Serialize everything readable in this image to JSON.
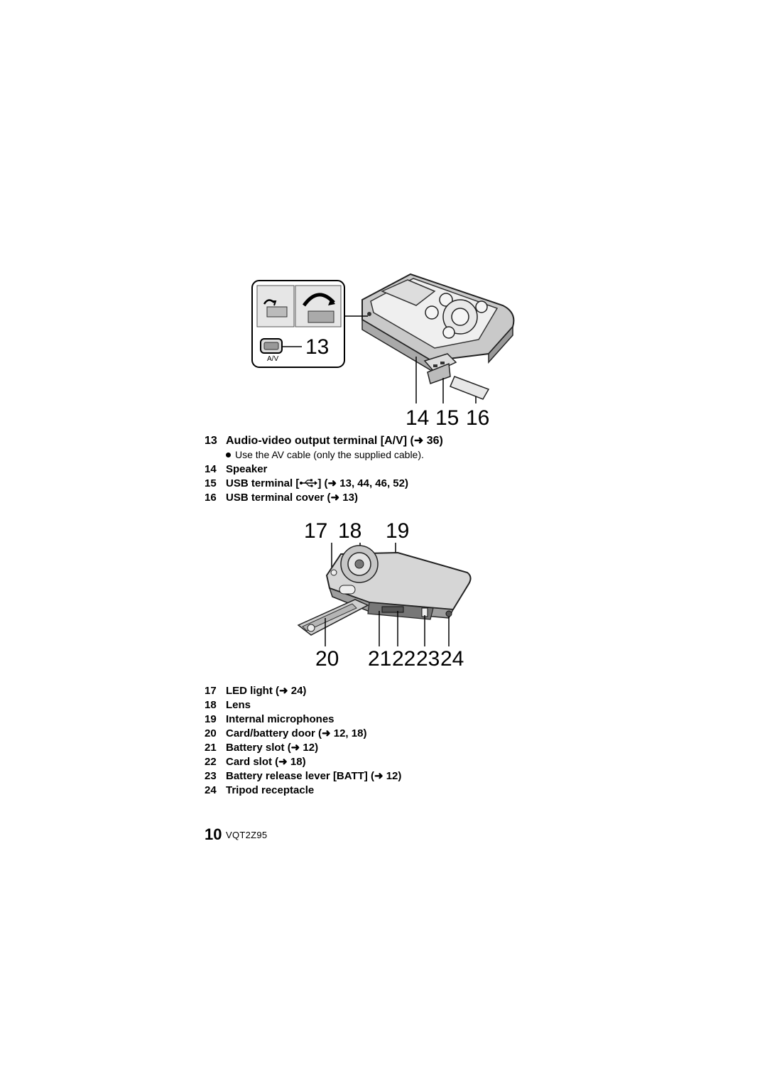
{
  "figure1": {
    "inset_callout": "13",
    "inset_label": "A/V",
    "callouts": [
      "14",
      "15",
      "16"
    ]
  },
  "items_a": [
    {
      "num": "13",
      "text": "Audio-video output terminal [A/V] (➜ 36)"
    },
    {
      "num": "14",
      "text": "Speaker"
    },
    {
      "num": "15",
      "pre": "USB terminal [",
      "post": "] (➜ 13, 44, 46, 52)",
      "icon": "usb-icon"
    },
    {
      "num": "16",
      "text": "USB terminal cover (➜ 13)"
    }
  ],
  "note_13": "Use the AV cable (only the supplied cable).",
  "figure2": {
    "callouts_top": [
      "17",
      "18",
      "19"
    ],
    "callouts_bottom": [
      "20",
      "21",
      "22",
      "23",
      "24"
    ]
  },
  "items_b": [
    {
      "num": "17",
      "text": "LED light (➜ 24)"
    },
    {
      "num": "18",
      "text": "Lens"
    },
    {
      "num": "19",
      "text": "Internal microphones"
    },
    {
      "num": "20",
      "text": "Card/battery door (➜ 12, 18)"
    },
    {
      "num": "21",
      "text": "Battery slot (➜ 12)"
    },
    {
      "num": "22",
      "text": "Card slot (➜ 18)"
    },
    {
      "num": "23",
      "text": "Battery release lever [BATT] (➜ 12)"
    },
    {
      "num": "24",
      "text": "Tripod receptacle"
    }
  ],
  "footer": {
    "page": "10",
    "code": "VQT2Z95"
  }
}
